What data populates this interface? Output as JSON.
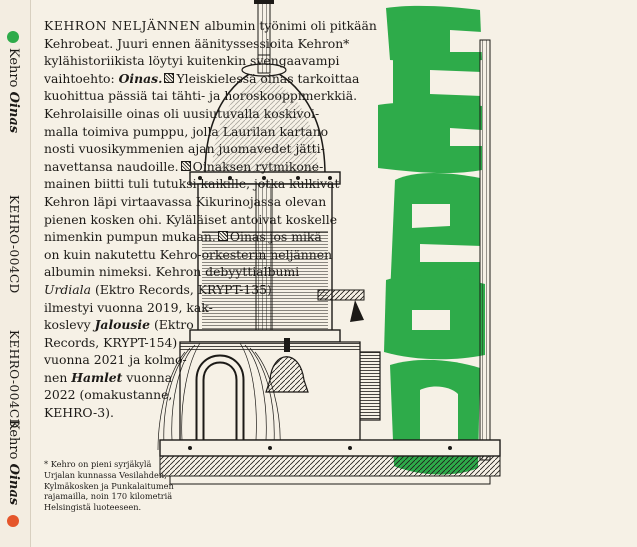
{
  "spine": {
    "artist": "Kehro",
    "album": "Oinas",
    "catalog": "KEHRO-004CD",
    "dot_top_color": "#2eab4a",
    "dot_bottom_color": "#e5562b"
  },
  "text": {
    "l1a": "KEHRON NELJÄNNEN",
    "l1b": " albumin työnimi oli pitkään",
    "l2": "Kehrobeat. Juuri ennen äänityssessioita Kehron*",
    "l3": "kylähistoriikista löytyi kuitenkin svengaavampi",
    "l4a": "vaihtoehto: ",
    "l4b": "Oinas.",
    "l4c": "Yleiskielessä oinas tarkoittaa",
    "l5": "kuohittua pässiä tai tähti- ja horoskooppimerkkiä.",
    "l6": "Kehrolaisille oinas oli uusiutuvalla koskivoi-",
    "l7": "malla toimiva pumppu, jolla Laurilan kartano",
    "l8": "nosti vuosikymmenien ajan juomavedet jätti-",
    "l9a": "navettansa naudoille.",
    "l9b": "Oinaksen rytmikone-",
    "l10": "mainen biitti tuli tutuksi kaikille, jotka kulkivat",
    "l11": "Kehron läpi virtaavassa Kikurinojassa olevan",
    "l12": "pienen kosken ohi. Kyläläiset antoivat koskelle",
    "l13a": "nimenkin pumpun mukaan.",
    "l13b": "Oinas jos mikä",
    "l14": "on kuin nakutettu Kehro-orkesterin neljännen",
    "l15": "albumin nimeksi. Kehron debyyttialbumi",
    "l16a": "Urdiala",
    "l16b": " (Ektro Records, KRYPT-135)",
    "l17": "ilmestyi vuonna 2019, kak-",
    "l18a": "koslevy ",
    "l18b": "Jalousie",
    "l18c": " (Ektro",
    "l19": "Records, KRYPT-154)",
    "l20": "vuonna 2021 ja kolmo-",
    "l21a": "nen ",
    "l21b": "Hamlet",
    "l21c": " vuonna",
    "l22": "2022 (omakustanne,",
    "l23": "KEHRO-3)."
  },
  "footnote": {
    "f1": "* Kehro on pieni syrjäkylä",
    "f2": "Urjalan kunnassa Vesilahden,",
    "f3": "Kylmäkosken ja Punkalaitumen",
    "f4": "rajamailla, noin 170 kilometriä",
    "f5": "Helsingistä luoteeseen."
  },
  "colors": {
    "background": "#f6f1e6",
    "ink": "#1c1a17",
    "green": "#2eab4a",
    "orange": "#e5562b"
  },
  "logo_text": "KEHRO"
}
